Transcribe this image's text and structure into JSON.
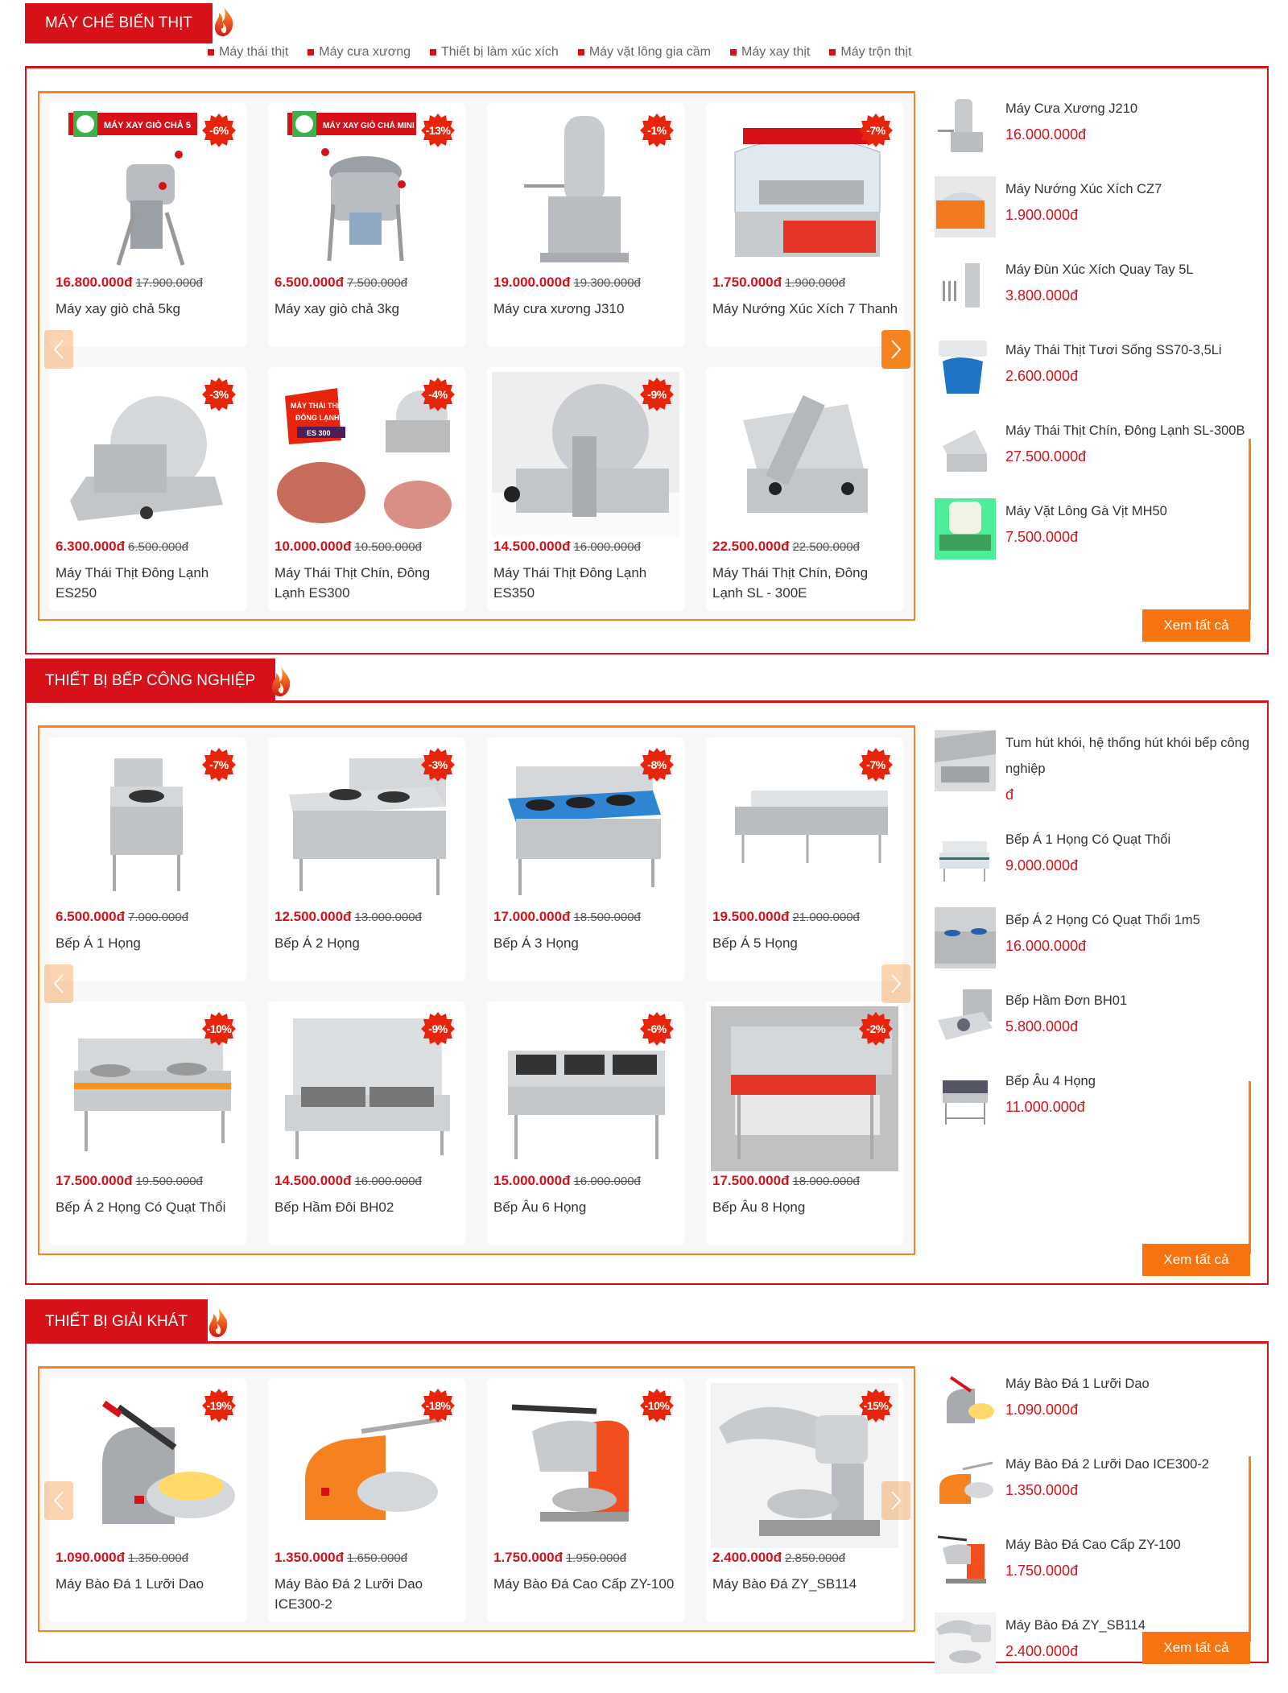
{
  "colors": {
    "brand_red": "#d6111a",
    "accent_orange": "#f7831f",
    "button_orange": "#f7730f"
  },
  "sections": [
    {
      "title": "MÁY CHẾ BIẾN THỊT",
      "sub_links": [
        "Máy thái thịt",
        "Máy cưa xương",
        "Thiết bị làm xúc xích",
        "Máy vặt lông gia cầm",
        "Máy xay thịt",
        "Máy trộn thịt"
      ],
      "products": [
        {
          "price": "16.800.000đ",
          "old_price": "17.900.000đ",
          "name": "Máy xay giò chả 5kg",
          "discount": "-6%",
          "banner": "MÁY XAY GIÒ CHẢ 5"
        },
        {
          "price": "6.500.000đ",
          "old_price": "7.500.000đ",
          "name": "Máy xay giò chả 3kg",
          "discount": "-13%",
          "banner": "MÁY XAY GIÒ CHẢ MINI"
        },
        {
          "price": "19.000.000đ",
          "old_price": "19.300.000đ",
          "name": "Máy cưa xương J310",
          "discount": "-1%"
        },
        {
          "price": "1.750.000đ",
          "old_price": "1.900.000đ",
          "name": "Máy Nướng Xúc Xích 7 Thanh",
          "discount": "-7%"
        },
        {
          "price": "6.300.000đ",
          "old_price": "6.500.000đ",
          "name": "Máy Thái Thịt Đông Lạnh ES250",
          "discount": "-3%"
        },
        {
          "price": "10.000.000đ",
          "old_price": "10.500.000đ",
          "name": "Máy Thái Thịt Chín, Đông Lạnh ES300",
          "discount": "-4%"
        },
        {
          "price": "14.500.000đ",
          "old_price": "16.000.000đ",
          "name": "Máy Thái Thịt Đông Lạnh ES350",
          "discount": "-9%"
        },
        {
          "price": "22.500.000đ",
          "old_price": "22.500.000đ",
          "name": "Máy Thái Thịt Chín, Đông Lạnh SL - 300E",
          "discount": ""
        }
      ],
      "side_items": [
        {
          "name": "Máy Cưa Xương J210",
          "price": "16.000.000đ"
        },
        {
          "name": "Máy Nướng Xúc Xích CZ7",
          "price": "1.900.000đ"
        },
        {
          "name": "Máy Đùn Xúc Xích Quay Tay 5L",
          "price": "3.800.000đ"
        },
        {
          "name": "Máy Thái Thịt Tươi Sống SS70-3,5Li",
          "price": "2.600.000đ"
        },
        {
          "name": "Máy Thái Thịt Chín, Đông Lạnh SL-300B",
          "price": "27.500.000đ"
        },
        {
          "name": "Máy Vặt Lông Gà Vịt MH50",
          "price": "7.500.000đ"
        }
      ],
      "see_all": "Xem tất cả"
    },
    {
      "title": "THIẾT BỊ BẾP CÔNG NGHIỆP",
      "products": [
        {
          "price": "6.500.000đ",
          "old_price": "7.000.000đ",
          "name": "Bếp Á 1 Họng",
          "discount": "-7%"
        },
        {
          "price": "12.500.000đ",
          "old_price": "13.000.000đ",
          "name": "Bếp Á 2 Họng",
          "discount": "-3%"
        },
        {
          "price": "17.000.000đ",
          "old_price": "18.500.000đ",
          "name": "Bếp Á 3 Họng",
          "discount": "-8%"
        },
        {
          "price": "19.500.000đ",
          "old_price": "21.000.000đ",
          "name": "Bếp Á 5 Họng",
          "discount": "-7%"
        },
        {
          "price": "17.500.000đ",
          "old_price": "19.500.000đ",
          "name": "Bếp Á 2 Họng Có Quạt Thổi",
          "discount": "-10%"
        },
        {
          "price": "14.500.000đ",
          "old_price": "16.000.000đ",
          "name": "Bếp Hầm Đôi BH02",
          "discount": "-9%"
        },
        {
          "price": "15.000.000đ",
          "old_price": "16.000.000đ",
          "name": "Bếp Âu 6 Họng",
          "discount": "-6%"
        },
        {
          "price": "17.500.000đ",
          "old_price": "18.000.000đ",
          "name": "Bếp Âu 8 Họng",
          "discount": "-2%"
        }
      ],
      "side_items": [
        {
          "name": "Tum hút khói, hệ thống hút khói bếp công nghiệp",
          "price": "đ"
        },
        {
          "name": "Bếp Á 1 Họng Có Quạt Thổi",
          "price": "9.000.000đ"
        },
        {
          "name": "Bếp Á 2 Họng Có Quạt Thổi 1m5",
          "price": "16.000.000đ"
        },
        {
          "name": "Bếp Hầm Đơn BH01",
          "price": "5.800.000đ"
        },
        {
          "name": "Bếp Âu 4 Họng",
          "price": "11.000.000đ"
        }
      ],
      "see_all": "Xem tất cả"
    },
    {
      "title": "THIẾT BỊ GIẢI KHÁT",
      "products": [
        {
          "price": "1.090.000đ",
          "old_price": "1.350.000đ",
          "name": "Máy Bào Đá 1 Lưỡi Dao",
          "discount": "-19%"
        },
        {
          "price": "1.350.000đ",
          "old_price": "1.650.000đ",
          "name": "Máy Bào Đá 2 Lưỡi Dao ICE300-2",
          "discount": "-18%"
        },
        {
          "price": "1.750.000đ",
          "old_price": "1.950.000đ",
          "name": "Máy Bào Đá Cao Cấp ZY-100",
          "discount": "-10%"
        },
        {
          "price": "2.400.000đ",
          "old_price": "2.850.000đ",
          "name": "Máy Bào Đá ZY_SB114",
          "discount": "-15%"
        }
      ],
      "side_items": [
        {
          "name": "Máy Bào Đá 1 Lưỡi Dao",
          "price": "1.090.000đ"
        },
        {
          "name": "Máy Bào Đá 2 Lưỡi Dao ICE300-2",
          "price": "1.350.000đ"
        },
        {
          "name": "Máy Bào Đá Cao Cấp ZY-100",
          "price": "1.750.000đ"
        },
        {
          "name": "Máy Bào Đá ZY_SB114",
          "price": "2.400.000đ"
        }
      ],
      "see_all": "Xem tất cả"
    }
  ]
}
